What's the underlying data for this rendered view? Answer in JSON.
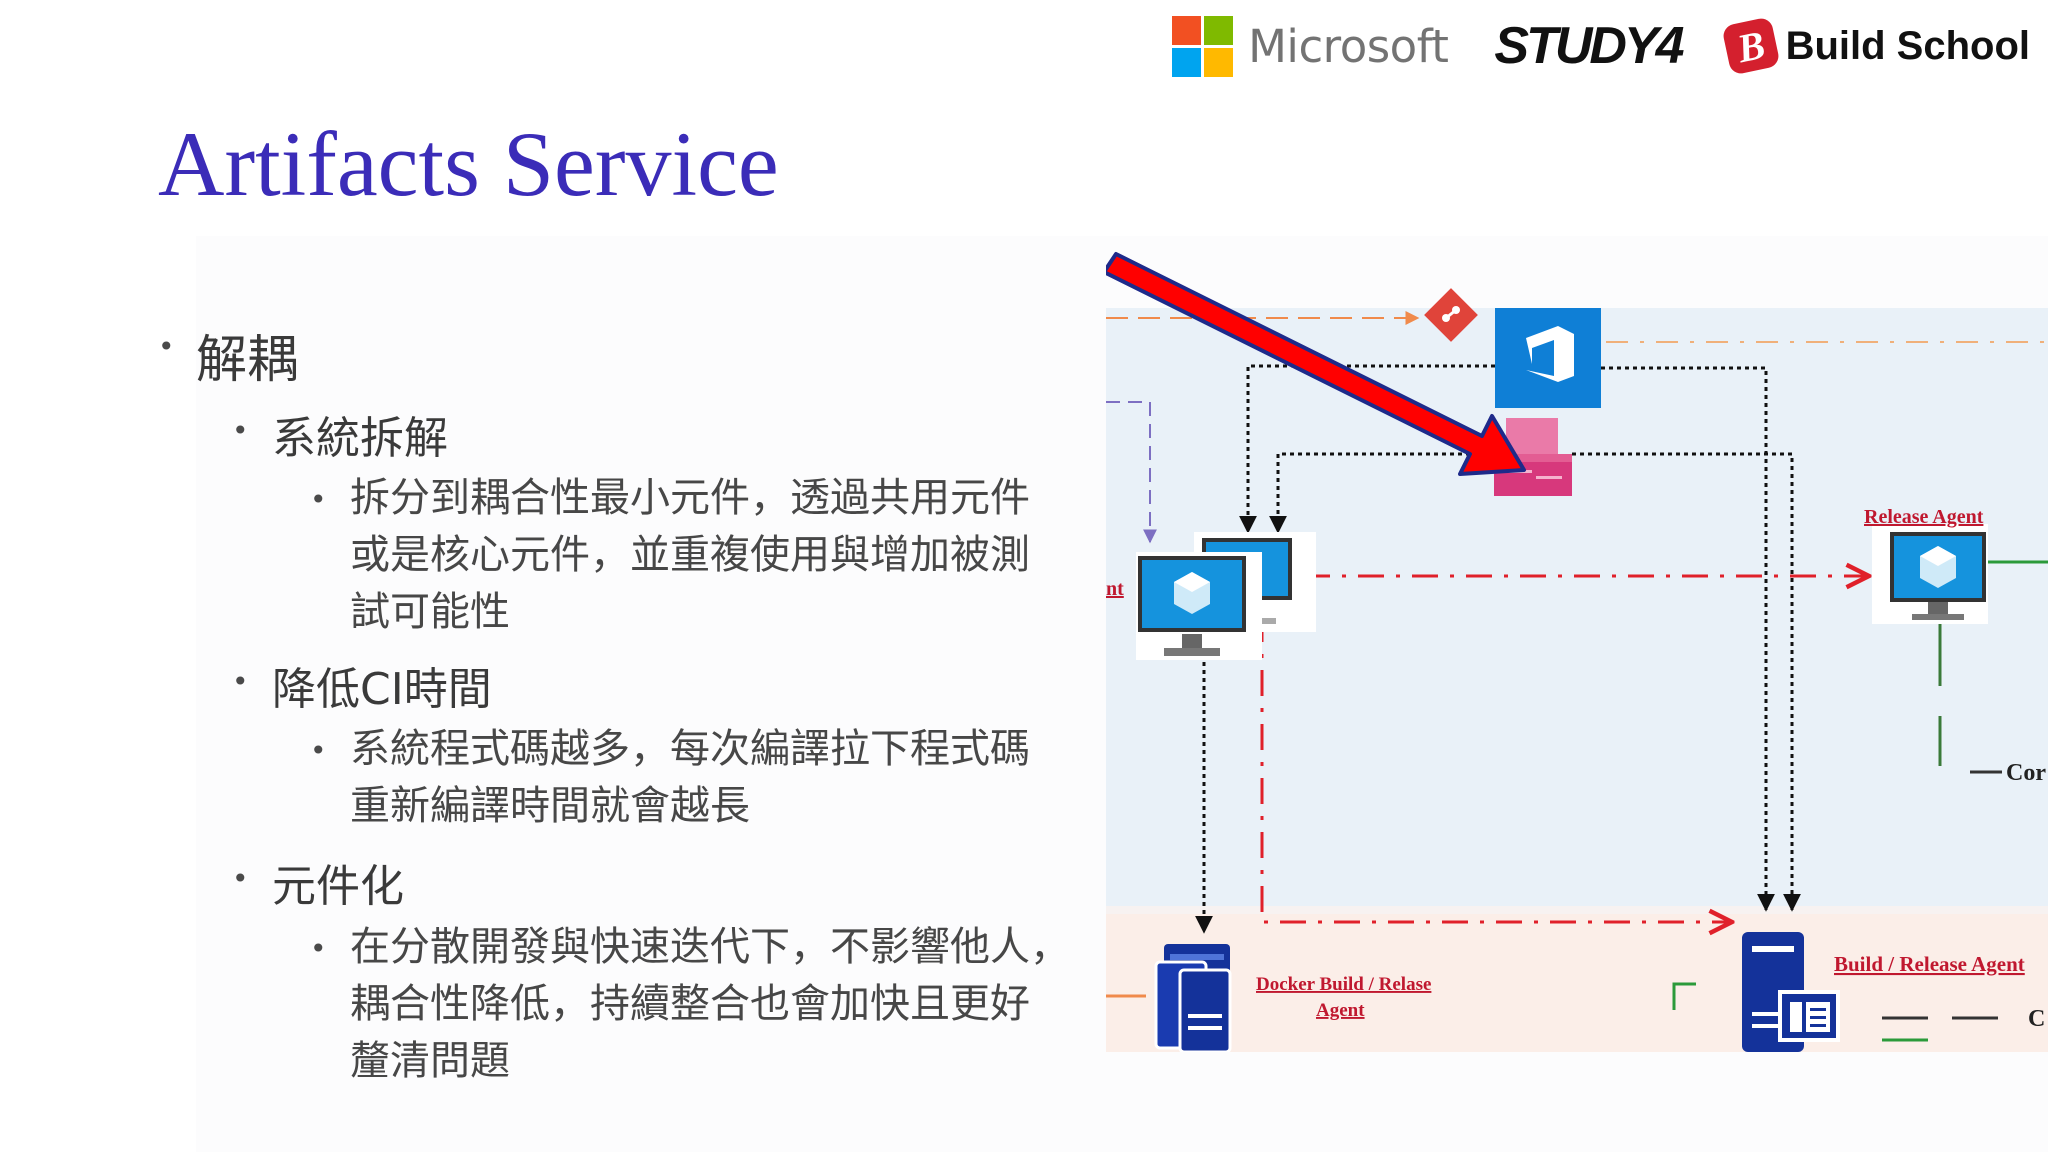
{
  "header": {
    "logos": {
      "microsoft": "Microsoft",
      "study4": "STUDY4",
      "build_school_mark": "B",
      "build_school": "Build School"
    },
    "colors": {
      "ms_red": "#f25022",
      "ms_green": "#7fba00",
      "ms_blue": "#00a4ef",
      "ms_yellow": "#ffb900"
    }
  },
  "slide": {
    "title": "Artifacts Service",
    "title_color": "#3b2cb8",
    "outline": [
      {
        "level": 1,
        "text": "解耦"
      },
      {
        "level": 2,
        "text": "系統拆解"
      },
      {
        "level": 3,
        "lines": [
          "拆分到耦合性最小元件，透過共用元件",
          "或是核心元件，並重複使用與增加被測",
          "試可能性"
        ]
      },
      {
        "level": 2,
        "text": "降低CI時間"
      },
      {
        "level": 3,
        "lines": [
          "系統程式碼越多，每次編譯拉下程式碼",
          "重新編譯時間就會越長"
        ]
      },
      {
        "level": 2,
        "text": "元件化"
      },
      {
        "level": 3,
        "lines": [
          "在分散開發與快速迭代下，不影響他人，",
          "耦合性降低，持續整合也會加快且更好",
          "釐清問題"
        ]
      }
    ]
  },
  "diagram": {
    "labels": {
      "release_agent": "Release Agent",
      "left_fragment": "nt",
      "docker_agent_line1": "Docker Build / Relase",
      "docker_agent_line2": "Agent",
      "build_release_agent": "Build / Release Agent",
      "right_fragment_1": "Cor",
      "right_fragment_2": "C"
    },
    "icons": [
      "git-icon",
      "azure-devops-icon",
      "artifacts-package-icon",
      "monitor-icon",
      "server-icon",
      "red-arrow-icon"
    ],
    "colors": {
      "top_band": "#e9f1f8",
      "bottom_band": "#fbeee8",
      "azure_blue": "#0f7fd6",
      "package_pink": "#d7387c",
      "label_red": "#c0182f",
      "server_navy": "#14329a",
      "arrow_red": "#ff0000"
    }
  }
}
